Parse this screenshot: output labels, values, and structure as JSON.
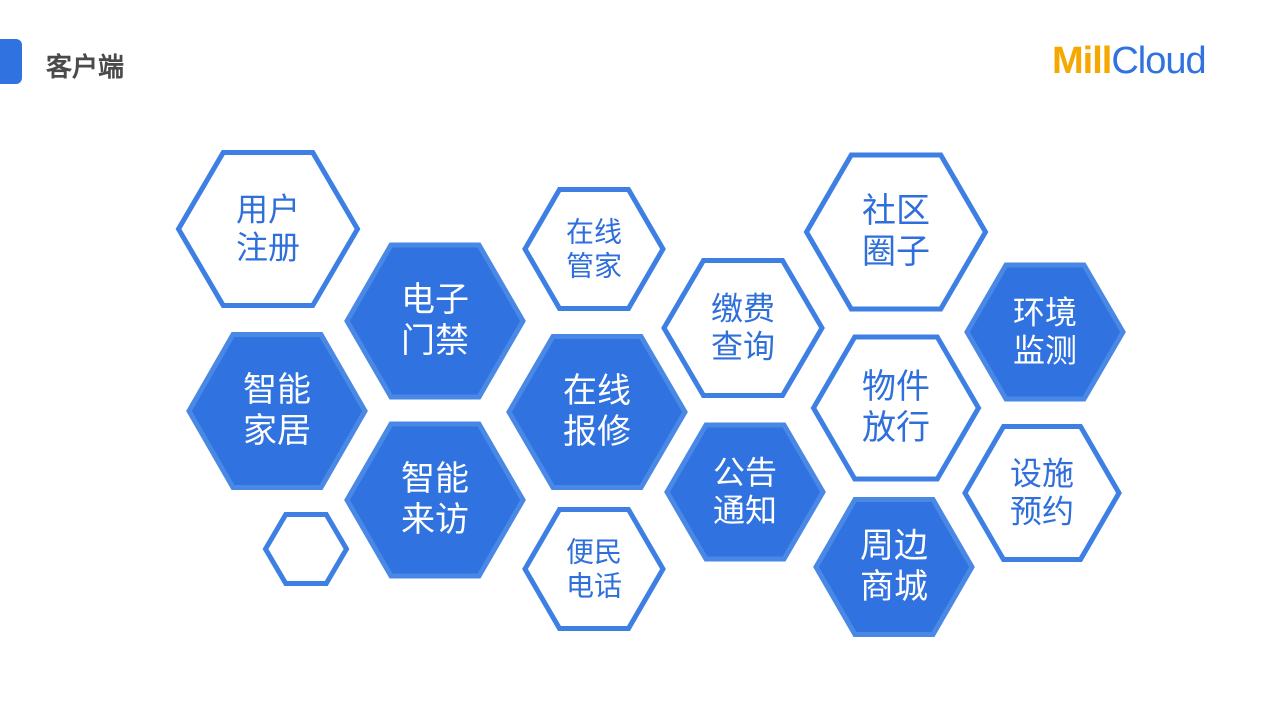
{
  "header": {
    "title": "客户端"
  },
  "logo": {
    "part1": "Mill",
    "part2": "Cloud"
  },
  "colors": {
    "primary": "#2f72e0",
    "outline": "#3d7fe2",
    "logo_orange": "#f5a800",
    "title": "#4a4a4a"
  },
  "hexagons": [
    {
      "label": "用户\n注册",
      "style": "outline"
    },
    {
      "label": "电子\n门禁",
      "style": "filled"
    },
    {
      "label": "在线\n管家",
      "style": "outline"
    },
    {
      "label": "智能\n家居",
      "style": "filled"
    },
    {
      "label": "在线\n报修",
      "style": "filled"
    },
    {
      "label": "智能\n来访",
      "style": "filled"
    },
    {
      "label": "",
      "style": "outline"
    },
    {
      "label": "便民\n电话",
      "style": "outline"
    },
    {
      "label": "缴费\n查询",
      "style": "outline"
    },
    {
      "label": "公告\n通知",
      "style": "filled"
    },
    {
      "label": "社区\n圈子",
      "style": "outline"
    },
    {
      "label": "物件\n放行",
      "style": "outline"
    },
    {
      "label": "周边\n商城",
      "style": "filled"
    },
    {
      "label": "环境\n监测",
      "style": "filled"
    },
    {
      "label": "设施\n预约",
      "style": "outline"
    }
  ]
}
